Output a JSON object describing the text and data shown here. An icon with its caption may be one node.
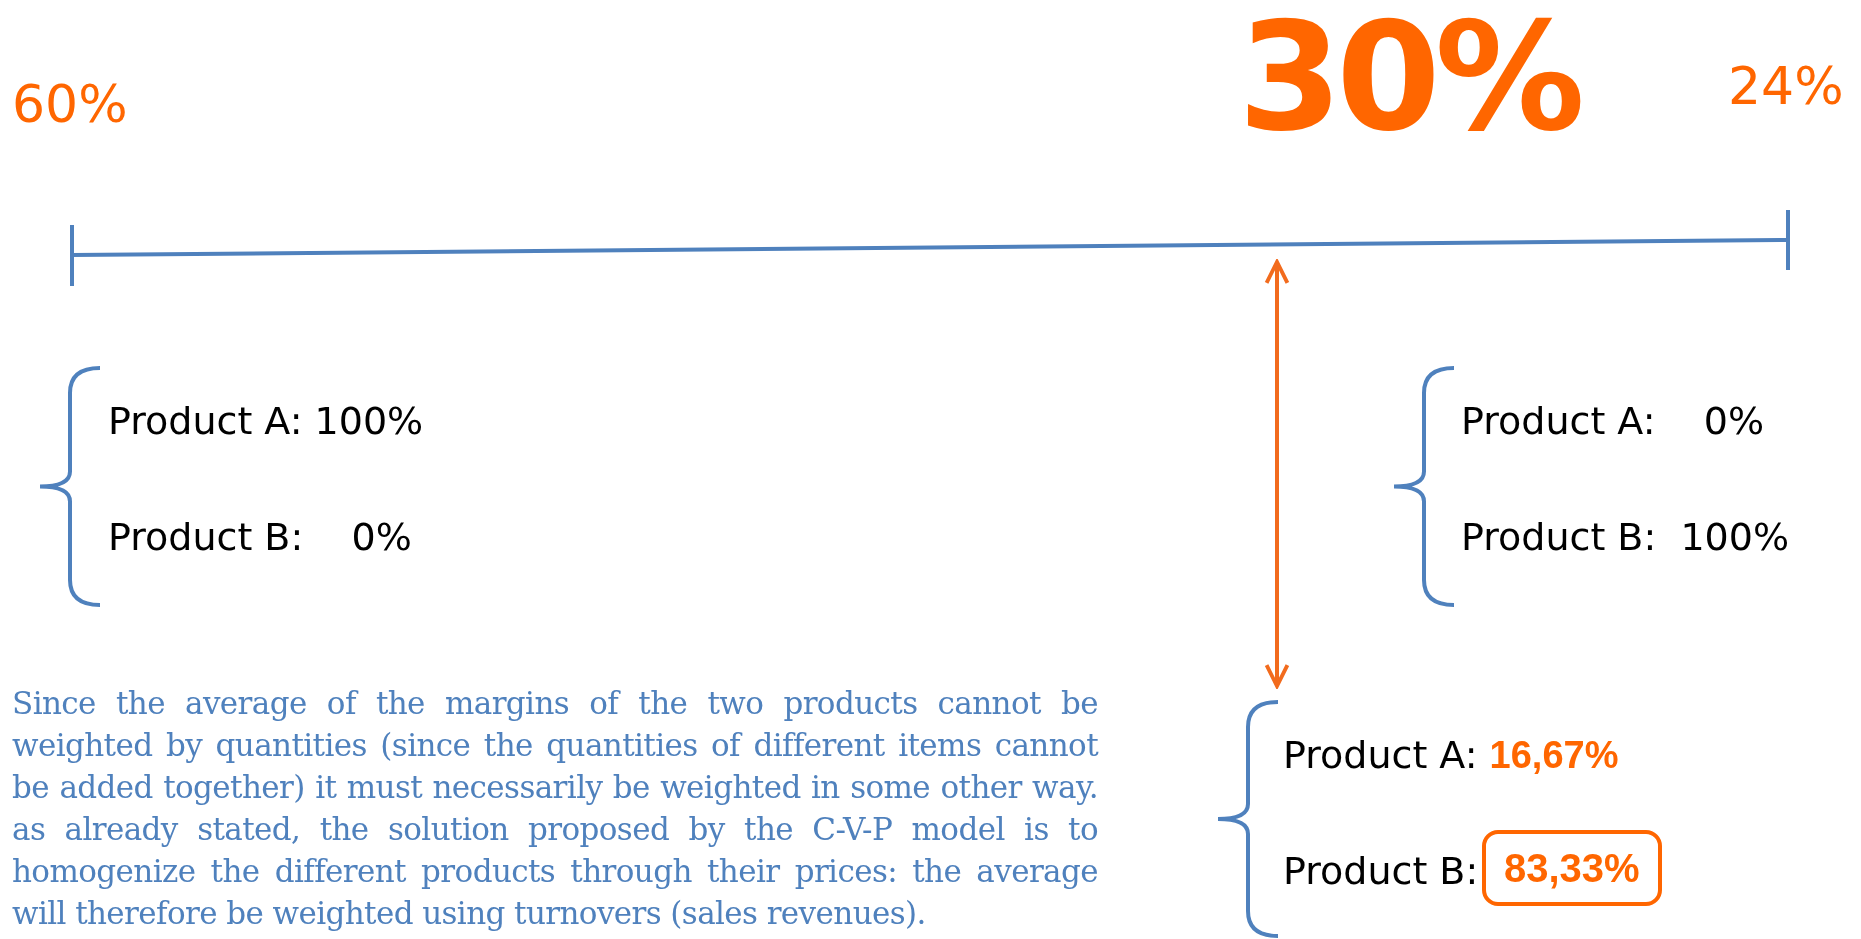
{
  "diagram": {
    "nodes": [
      {
        "text": [],
        "shape": "bar"
      },
      {
        "text": [
          "Product A: **16,67%**",
          "Product B:"
        ]
      },
      {
        "text": [
          "83,33%"
        ],
        "in": 1
      }
    ],
    "edges": [
      {
        "from": 0,
        "to": 1,
        "arrow": "both"
      }
    ],
    "labels": [
      "30%",
      "60%",
      "24%",
      "Product A: 100%",
      "Product B:    0%",
      "Product A:    0%",
      "Product B:  100%",
      "Since the average of the margins of the two products cannot be weighted by quantities (since the quantities of different items cannot be added together) it must necessarily be weighted in some other way. as already stated, the solution proposed by the C-V-P model is to homogenize the different products through their prices: the average will therefore be weighted using turnovers (sales revenues)."
    ]
  }
}
